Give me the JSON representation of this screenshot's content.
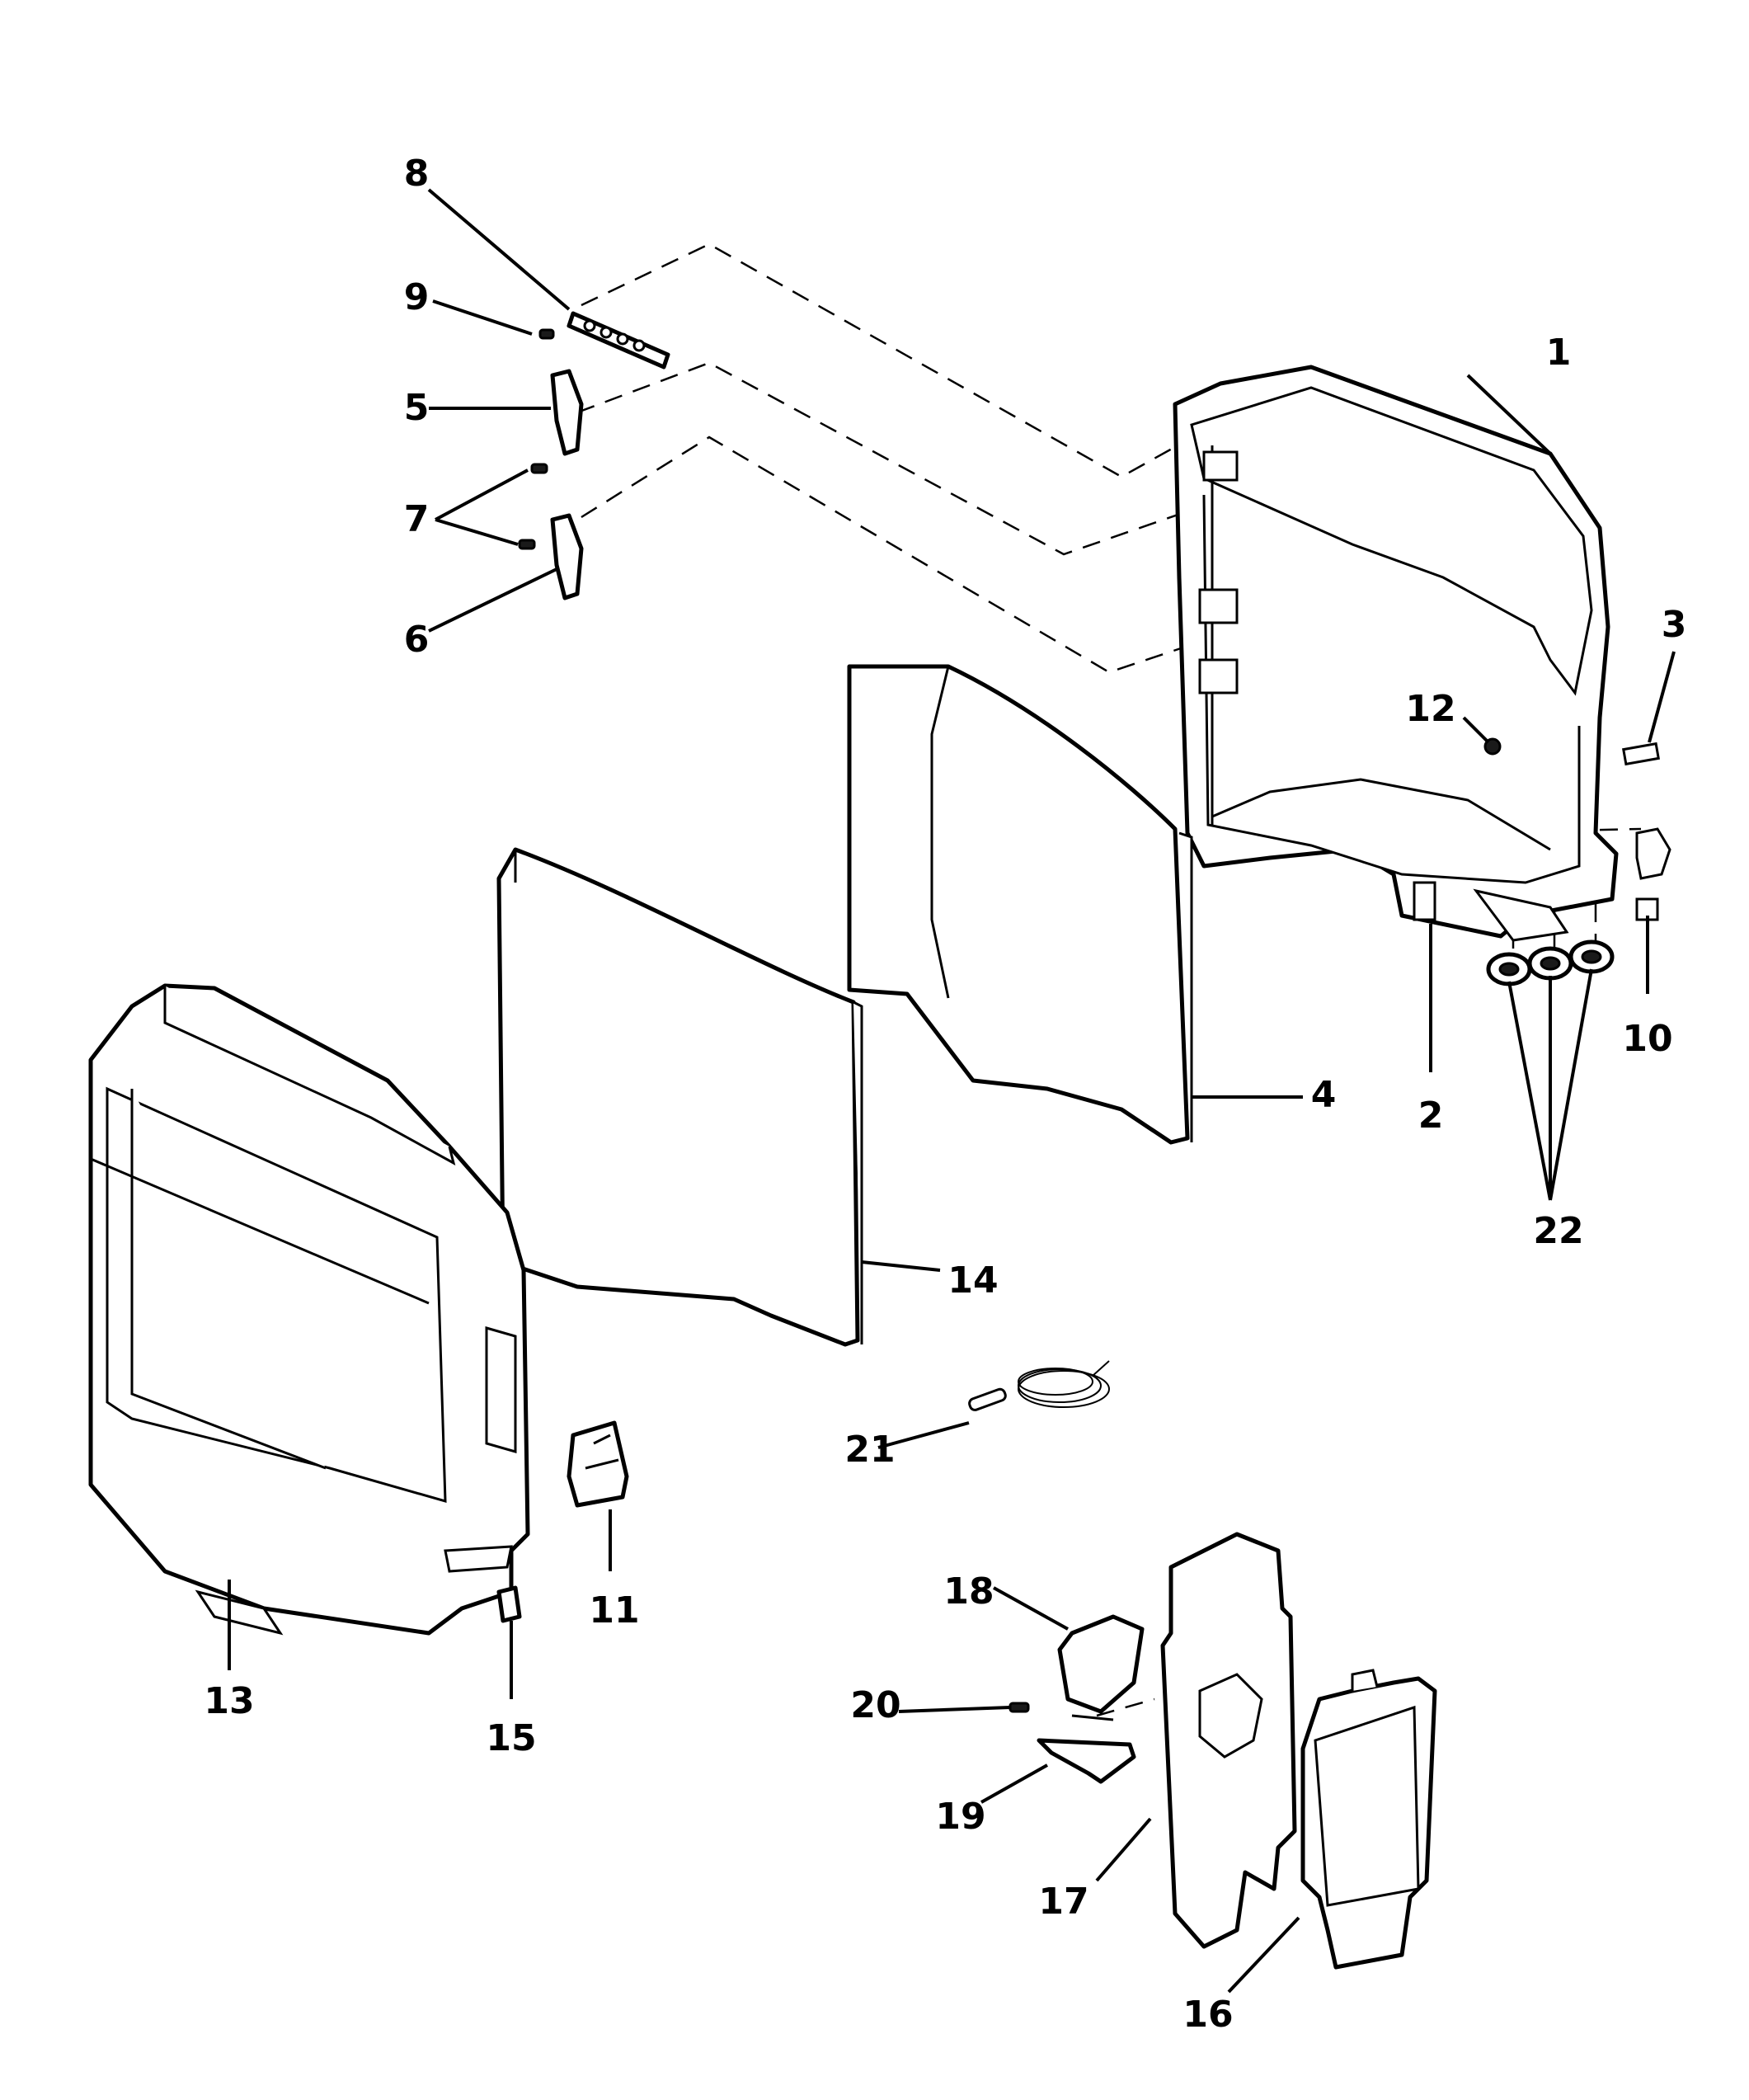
{
  "diagram": {
    "callouts": [
      {
        "id": "1",
        "label": "1"
      },
      {
        "id": "2",
        "label": "2"
      },
      {
        "id": "3",
        "label": "3"
      },
      {
        "id": "4",
        "label": "4"
      },
      {
        "id": "5",
        "label": "5"
      },
      {
        "id": "6",
        "label": "6"
      },
      {
        "id": "7",
        "label": "7"
      },
      {
        "id": "8",
        "label": "8"
      },
      {
        "id": "9",
        "label": "9"
      },
      {
        "id": "10",
        "label": "10"
      },
      {
        "id": "11",
        "label": "11"
      },
      {
        "id": "12",
        "label": "12"
      },
      {
        "id": "13",
        "label": "13"
      },
      {
        "id": "14",
        "label": "14"
      },
      {
        "id": "15",
        "label": "15"
      },
      {
        "id": "16",
        "label": "16"
      },
      {
        "id": "17",
        "label": "17"
      },
      {
        "id": "18",
        "label": "18"
      },
      {
        "id": "19",
        "label": "19"
      },
      {
        "id": "20",
        "label": "20"
      },
      {
        "id": "21",
        "label": "21"
      },
      {
        "id": "22",
        "label": "22"
      }
    ],
    "colors": {
      "line": "#000000",
      "background": "#ffffff"
    }
  }
}
